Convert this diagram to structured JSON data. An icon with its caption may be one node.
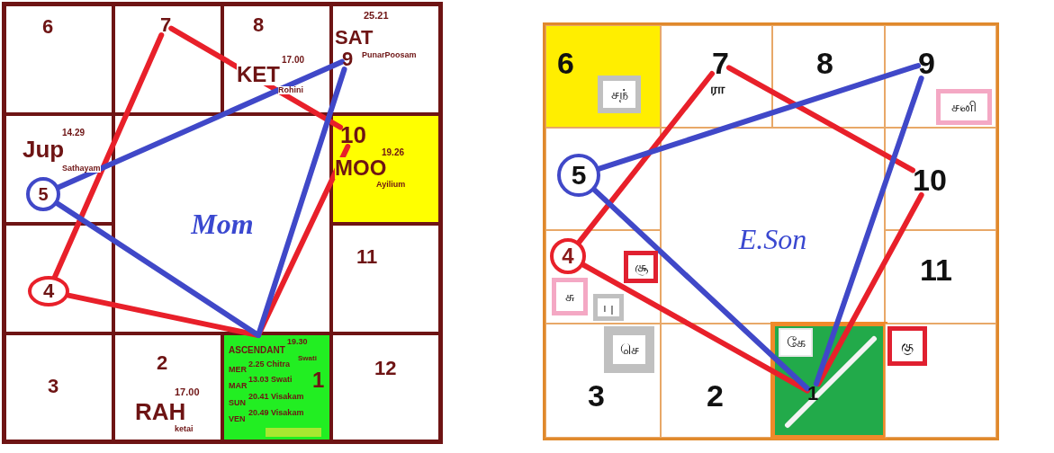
{
  "diagram": {
    "nodes": [
      {
        "text": [],
        "shape": "box"
      },
      {
        "text": [
          "6"
        ],
        "in": 0
      },
      {
        "text": [],
        "shape": "box"
      },
      {
        "text": [
          "7"
        ],
        "in": 2
      },
      {
        "text": [
          "17.00",
          "KET",
          "Rohini"
        ]
      },
      {
        "text": [
          "8"
        ],
        "in": 4
      },
      {
        "text": [
          "25.21",
          "SAT",
          "PunarPoosam"
        ]
      },
      {
        "text": [
          "9"
        ],
        "in": 6
      },
      {
        "text": [
          "14.29",
          "Jup",
          "Sathayam"
        ]
      },
      {
        "text": [
          "5"
        ],
        "in": 8
      },
      {
        "text": [
          "19.26",
          "MOO",
          "Ayilium"
        ]
      },
      {
        "text": [
          "10"
        ],
        "in": 10
      },
      {
        "text": [],
        "shape": "box"
      },
      {
        "text": [
          "4"
        ],
        "in": 12
      },
      {
        "text": [],
        "shape": "box"
      },
      {
        "text": [
          "11"
        ],
        "in": 14
      },
      {
        "text": [],
        "shape": "box"
      },
      {
        "text": [
          "3"
        ],
        "in": 16
      },
      {
        "text": [
          "17.00",
          "RAH",
          "ketai"
        ]
      },
      {
        "text": [
          "2"
        ],
        "in": 18
      },
      {
        "text": [
          "19.30",
          "ASCENDANT",
          "Swati",
          "MER",
          "2.25 Chitra",
          "MAR",
          "13.03 Swati",
          "SUN",
          "20.41 Visakam",
          "VEN",
          "20.49 Visakam"
        ]
      },
      {
        "text": [
          "1"
        ],
        "in": 20
      },
      {
        "text": [],
        "shape": "box"
      },
      {
        "text": [
          "12"
        ],
        "in": 22
      },
      {
        "text": [],
        "shape": "box"
      },
      {
        "text": [
          "6"
        ],
        "in": 24
      },
      {
        "text": [
          "சந்"
        ],
        "in": 24
      },
      {
        "text": [
          "ரா"
        ]
      },
      {
        "text": [
          "7"
        ],
        "in": 27
      },
      {
        "text": [],
        "shape": "box"
      },
      {
        "text": [
          "8"
        ],
        "in": 29
      },
      {
        "text": [],
        "shape": "box"
      },
      {
        "text": [
          "9"
        ],
        "in": 31
      },
      {
        "text": [
          "சனி"
        ],
        "in": 31
      },
      {
        "text": [],
        "shape": "box"
      },
      {
        "text": [
          "5"
        ],
        "in": 34
      },
      {
        "text": [],
        "shape": "box"
      },
      {
        "text": [
          "10"
        ],
        "in": 36
      },
      {
        "text": [],
        "shape": "box"
      },
      {
        "text": [
          "4"
        ],
        "in": 38
      },
      {
        "text": [
          "சூ"
        ],
        "in": 38
      },
      {
        "text": [
          "சு"
        ],
        "in": 38
      },
      {
        "text": [
          "பு"
        ],
        "in": 38
      },
      {
        "text": [],
        "shape": "box"
      },
      {
        "text": [
          "11"
        ],
        "in": 43
      },
      {
        "text": [],
        "shape": "box"
      },
      {
        "text": [
          "3"
        ],
        "in": 45
      },
      {
        "text": [
          "செ"
        ],
        "in": 45
      },
      {
        "text": [],
        "shape": "box"
      },
      {
        "text": [
          "2"
        ],
        "in": 48
      },
      {
        "text": [],
        "shape": "box"
      },
      {
        "text": [
          "1"
        ],
        "in": 50
      },
      {
        "text": [
          "கே"
        ],
        "in": 50
      },
      {
        "text": [],
        "shape": "box"
      },
      {
        "text": [
          "கு"
        ],
        "in": 53
      }
    ],
    "edges": [
      {
        "from": 3,
        "to": 11,
        "arrow": "none"
      },
      {
        "from": 11,
        "to": 20,
        "arrow": "none"
      },
      {
        "from": 20,
        "to": 13,
        "arrow": "none"
      },
      {
        "from": 13,
        "to": 3,
        "arrow": "none"
      },
      {
        "from": 9,
        "to": 7,
        "arrow": "none",
        "color": "#4048c8"
      },
      {
        "from": 7,
        "to": 20,
        "arrow": "none",
        "color": "#4048c8"
      },
      {
        "from": 20,
        "to": 9,
        "arrow": "none",
        "color": "#4048c8"
      },
      {
        "from": 28,
        "to": 37,
        "arrow": "none"
      },
      {
        "from": 37,
        "to": 51,
        "arrow": "none"
      },
      {
        "from": 51,
        "to": 39,
        "arrow": "none"
      },
      {
        "from": 39,
        "to": 28,
        "arrow": "none"
      },
      {
        "from": 35,
        "to": 32,
        "arrow": "none",
        "color": "#4048c8"
      },
      {
        "from": 32,
        "to": 51,
        "arrow": "none",
        "color": "#4048c8"
      },
      {
        "from": 51,
        "to": 35,
        "arrow": "none",
        "color": "#4048c8"
      }
    ],
    "labels": [
      "Mom",
      "E.Son"
    ]
  }
}
